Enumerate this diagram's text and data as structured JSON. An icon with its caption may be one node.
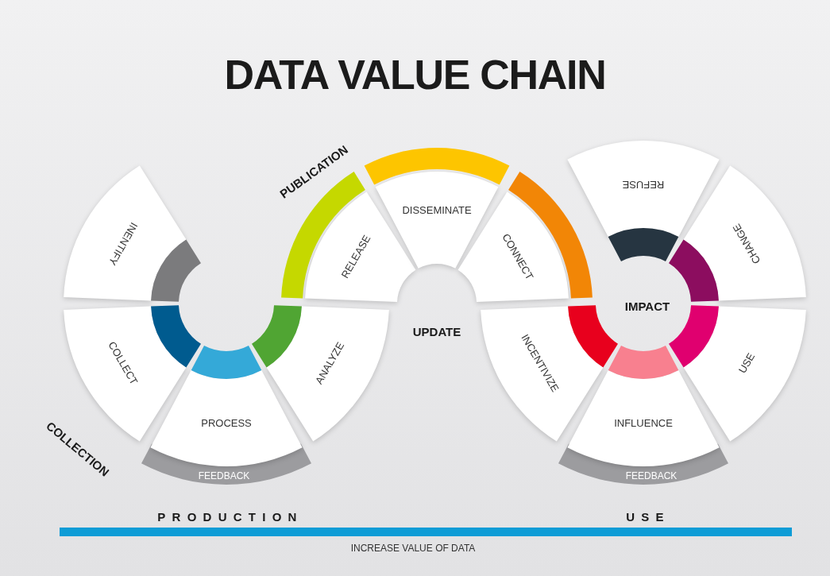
{
  "diagram": {
    "title": "DATA VALUE CHAIN",
    "nodes": [
      {
        "text": [
          "INENTIFY"
        ]
      },
      {
        "text": [
          "COLLECT"
        ]
      },
      {
        "text": [
          "PROCESS"
        ]
      },
      {
        "text": [
          "ANALYZE"
        ]
      },
      {
        "text": [
          "RELEASE"
        ]
      },
      {
        "text": [
          "DISSEMINATE"
        ]
      },
      {
        "text": [
          "CONNECT"
        ]
      },
      {
        "text": [
          "INCENTIVIZE"
        ]
      },
      {
        "text": [
          "INFLUENCE"
        ]
      },
      {
        "text": [
          "USE"
        ]
      },
      {
        "text": [
          "CHANGE"
        ]
      },
      {
        "text": [
          "REFUSE"
        ]
      }
    ],
    "labels": [
      "PUBLICATION",
      "COLLECTION",
      "FEEDBACK",
      "UPDATE",
      "IMPACT",
      "FEEDBACK",
      "PRODUCTION",
      "USE",
      "INCREASE VALUE OF DATA"
    ]
  }
}
